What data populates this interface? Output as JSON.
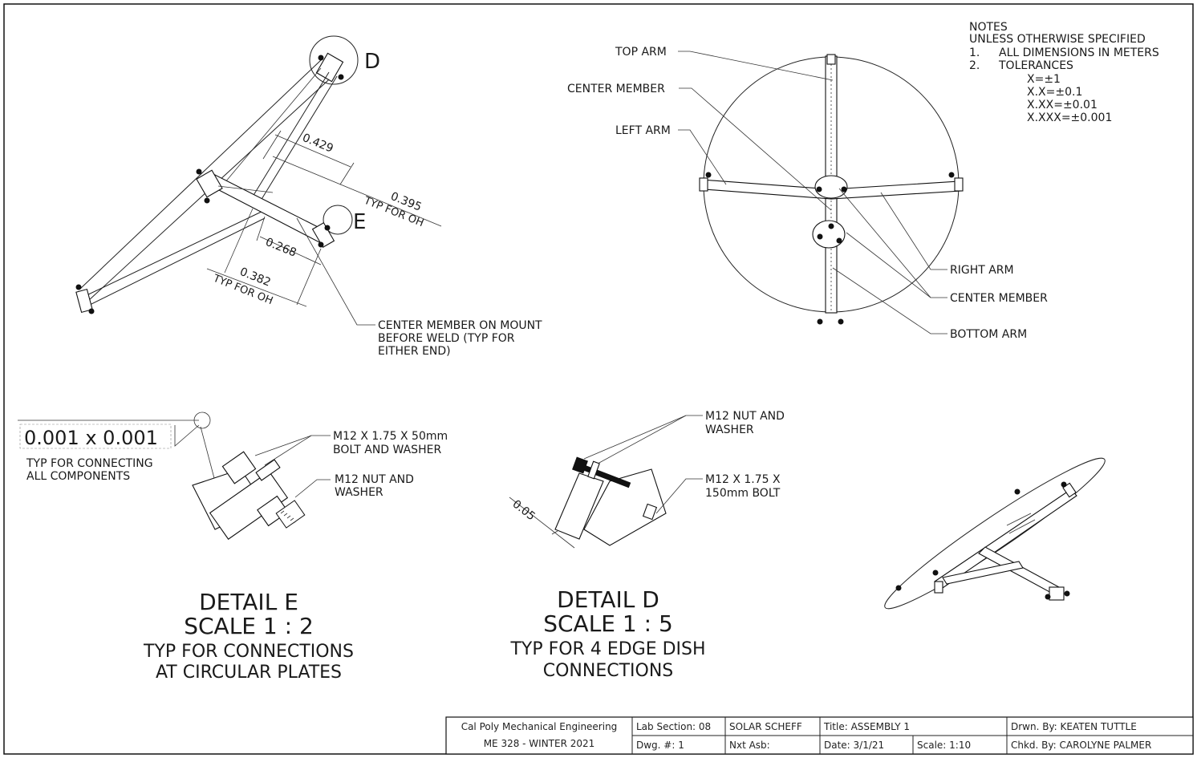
{
  "notes": {
    "heading": "NOTES",
    "subheading": "UNLESS OTHERWISE SPECIFIED",
    "item1_num": "1.",
    "item1_text": "ALL DIMENSIONS IN METERS",
    "item2_num": "2.",
    "item2_text": "TOLERANCES",
    "tol1": "X=±1",
    "tol2": "X.X=±0.1",
    "tol3": "X.XX=±0.01",
    "tol4": "X.XXX=±0.001"
  },
  "side_view": {
    "detail_d_label": "D",
    "detail_e_label": "E",
    "dim_0429": "0.429",
    "dim_0395": "0.395",
    "dim_0395_note": "TYP FOR OH",
    "dim_0268": "0.268",
    "dim_0382": "0.382",
    "dim_0382_note": "TYP FOR OH",
    "callout_line1": "CENTER MEMBER ON MOUNT",
    "callout_line2": "BEFORE WELD (TYP FOR",
    "callout_line3": "EITHER END)"
  },
  "front_view": {
    "top_arm": "TOP ARM",
    "center_member_left": "CENTER MEMBER",
    "left_arm": "LEFT ARM",
    "right_arm": "RIGHT ARM",
    "center_member_right": "CENTER MEMBER",
    "bottom_arm": "BOTTOM ARM"
  },
  "detail_e": {
    "weld_size": "0.001 x 0.001",
    "weld_note1": "TYP FOR CONNECTING",
    "weld_note2": "ALL COMPONENTS",
    "bolt_line1": "M12 X 1.75 X 50mm",
    "bolt_line2": "BOLT AND WASHER",
    "nut_line1": "M12 NUT AND",
    "nut_line2": "WASHER",
    "title": "DETAIL E",
    "scale": "SCALE 1 : 2",
    "note1": "TYP FOR CONNECTIONS",
    "note2": "AT CIRCULAR PLATES"
  },
  "detail_d": {
    "nut_line1": "M12 NUT AND",
    "nut_line2": "WASHER",
    "bolt_line1": "M12 X 1.75 X",
    "bolt_line2": "150mm BOLT",
    "dim": "0.05",
    "title": "DETAIL D",
    "scale": "SCALE 1 : 5",
    "note1": "TYP FOR 4 EDGE DISH",
    "note2": "CONNECTIONS"
  },
  "title_block": {
    "school": "Cal Poly Mechanical Engineering",
    "course": "ME 328 - WINTER 2021",
    "lab_section": "Lab Section: 08",
    "dwg_num": "Dwg. #: 1",
    "team": "SOLAR SCHEFF",
    "nxt_asb": "Nxt Asb:",
    "title": "Title: ASSEMBLY 1",
    "date": "Date: 3/1/21",
    "scale": "Scale: 1:10",
    "drawn_by": "Drwn. By: KEATEN TUTTLE",
    "checked_by": "Chkd. By: CAROLYNE PALMER"
  }
}
